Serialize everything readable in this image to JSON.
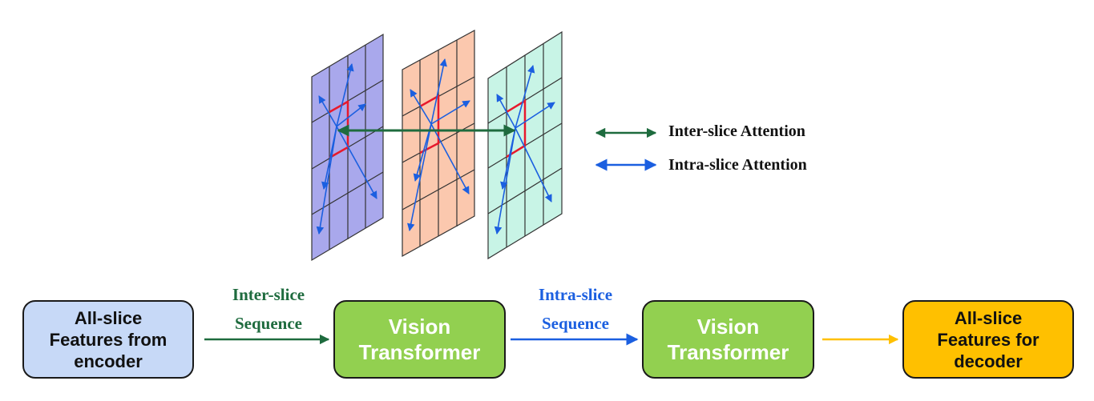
{
  "legend": {
    "inter": {
      "label": "Inter-slice Attention",
      "color": "#1e6b3e"
    },
    "intra": {
      "label": "Intra-slice Attention",
      "color": "#1b5fe0"
    }
  },
  "slices": [
    {
      "fill": "#a9a8ec"
    },
    {
      "fill": "#fbc8ae"
    },
    {
      "fill": "#c8f4e6"
    }
  ],
  "highlight_color": "#e8192c",
  "pipeline": {
    "input": {
      "lines": [
        "All-slice",
        "Features from",
        "encoder"
      ],
      "fill": "#c7d9f7"
    },
    "inter_sequence": {
      "lines": [
        "Inter-slice",
        "Sequence"
      ],
      "color": "#1e6b3e"
    },
    "vision_transformer_1": {
      "lines": [
        "Vision",
        "Transformer"
      ],
      "fill": "#92d050"
    },
    "intra_sequence": {
      "lines": [
        "Intra-slice",
        "Sequence"
      ],
      "color": "#1b5fe0"
    },
    "vision_transformer_2": {
      "lines": [
        "Vision",
        "Transformer"
      ],
      "fill": "#92d050"
    },
    "output": {
      "lines": [
        "All-slice",
        "Features for",
        "decoder"
      ],
      "fill": "#ffc000"
    },
    "output_arrow_color": "#ffc000"
  }
}
